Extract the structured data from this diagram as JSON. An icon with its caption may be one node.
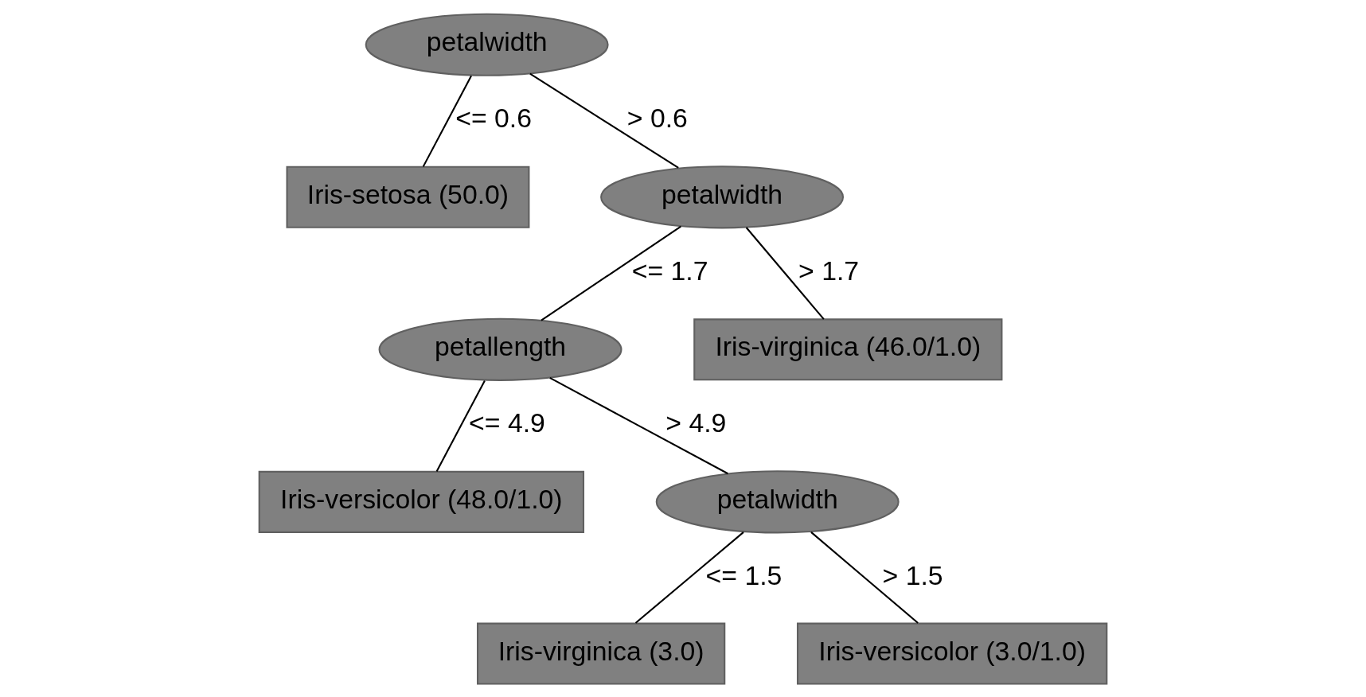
{
  "diagram": {
    "nodes": [
      {
        "text": [
          "petalwidth"
        ]
      },
      {
        "text": [
          "Iris-setosa (50.0)"
        ]
      },
      {
        "text": [
          "petalwidth"
        ]
      },
      {
        "text": [
          "petallength"
        ]
      },
      {
        "text": [
          "Iris-virginica (46.0/1.0)"
        ]
      },
      {
        "text": [
          "Iris-versicolor (48.0/1.0)"
        ]
      },
      {
        "text": [
          "petalwidth"
        ]
      },
      {
        "text": [
          "Iris-virginica (3.0)"
        ]
      },
      {
        "text": [
          "Iris-versicolor (3.0/1.0)"
        ]
      }
    ],
    "edges": [
      {
        "from": 0,
        "to": 1,
        "arrow": "none",
        "label": "<= 0.6"
      },
      {
        "from": 0,
        "to": 2,
        "arrow": "none",
        "label": "> 0.6"
      },
      {
        "from": 2,
        "to": 3,
        "arrow": "none",
        "label": "<= 1.7"
      },
      {
        "from": 2,
        "to": 4,
        "arrow": "none",
        "label": "> 1.7"
      },
      {
        "from": 3,
        "to": 5,
        "arrow": "none",
        "label": "<= 4.9"
      },
      {
        "from": 3,
        "to": 6,
        "arrow": "none",
        "label": "> 4.9"
      },
      {
        "from": 6,
        "to": 7,
        "arrow": "none",
        "label": "<= 1.5"
      },
      {
        "from": 6,
        "to": 8,
        "arrow": "none",
        "label": "> 1.5"
      }
    ]
  }
}
